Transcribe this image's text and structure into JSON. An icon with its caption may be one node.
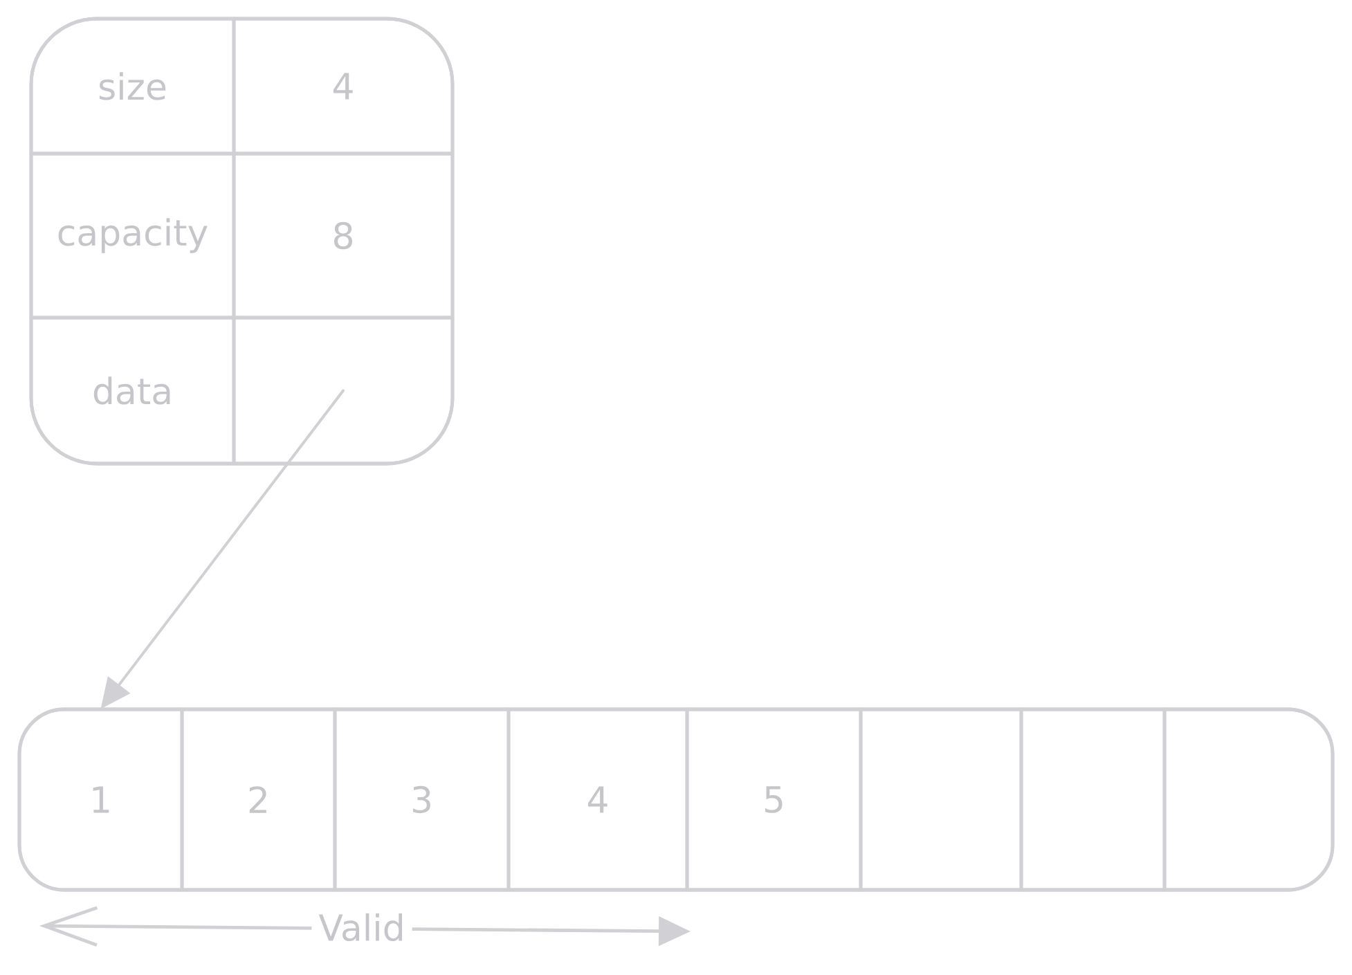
{
  "diagram": {
    "nodes": [
      {
        "text": [],
        "shape": "box"
      },
      {
        "text": [
          "size"
        ],
        "in": 0
      },
      {
        "text": [
          "4"
        ],
        "in": 0
      },
      {
        "text": [
          "capacity"
        ],
        "in": 0
      },
      {
        "text": [
          "8"
        ],
        "in": 0
      },
      {
        "text": [
          "data"
        ],
        "in": 0
      },
      {
        "text": [],
        "shape": "box",
        "in": 0
      },
      {
        "text": [],
        "shape": "box"
      },
      {
        "text": [
          "1"
        ],
        "in": 7
      },
      {
        "text": [
          "2"
        ],
        "in": 7
      },
      {
        "text": [
          "3"
        ],
        "in": 7
      },
      {
        "text": [
          "4"
        ],
        "in": 7
      },
      {
        "text": [
          "5"
        ],
        "in": 7
      },
      {
        "text": [],
        "shape": "box",
        "in": 7
      },
      {
        "text": [],
        "shape": "box",
        "in": 7
      },
      {
        "text": [],
        "shape": "box",
        "in": 7
      }
    ],
    "edges": [
      {
        "from": 6,
        "to": 8,
        "arrow": "to"
      }
    ],
    "labels": [
      "Valid"
    ]
  }
}
